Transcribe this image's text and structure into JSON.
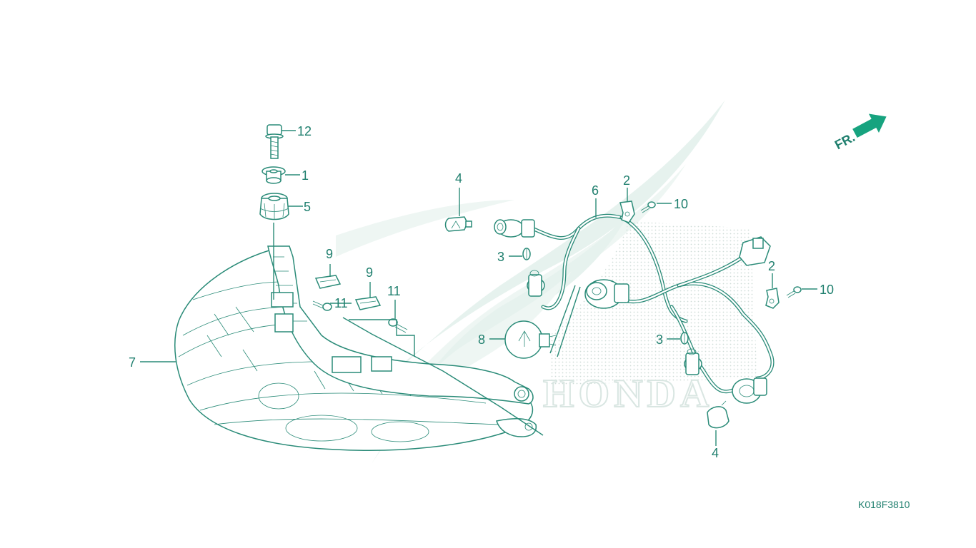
{
  "diagram": {
    "code": "K018F3810",
    "direction_label": "FR.",
    "watermark_text": "HONDA",
    "colors": {
      "line": "#2a8b78",
      "watermark": "#e6f2ee",
      "label": "#1f7f6e",
      "arrow": "#17a37f"
    },
    "callouts": {
      "c12": "12",
      "c1": "1",
      "c5": "5",
      "c7": "7",
      "c9a": "9",
      "c9b": "9",
      "c11a": "11",
      "c11b": "11",
      "c4a": "4",
      "c4b": "4",
      "c6": "6",
      "c2a": "2",
      "c2b": "2",
      "c10a": "10",
      "c10b": "10",
      "c3a": "3",
      "c3b": "3",
      "c8": "8"
    }
  }
}
